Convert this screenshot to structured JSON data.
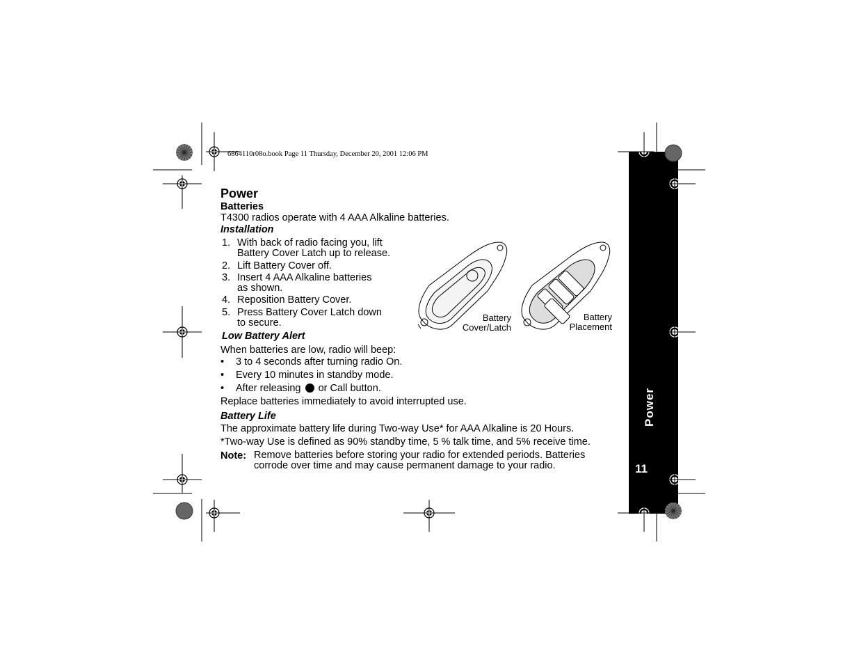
{
  "header": {
    "file_line": "6864110r08o.book  Page 11  Thursday, December 20, 2001  12:06 PM"
  },
  "section": {
    "title": "Power",
    "subtitle": "Batteries",
    "intro": "T4300 radios operate with 4 AAA Alkaline batteries."
  },
  "installation": {
    "heading": "Installation",
    "steps": [
      {
        "num": "1.",
        "line1": "With back of radio facing you, lift",
        "line2": "Battery Cover Latch up to release."
      },
      {
        "num": "2.",
        "line1": "Lift Battery Cover off.",
        "line2": ""
      },
      {
        "num": "3.",
        "line1": "Insert 4 AAA Alkaline batteries",
        "line2": "as shown."
      },
      {
        "num": "4.",
        "line1": "Reposition Battery Cover.",
        "line2": ""
      },
      {
        "num": "5.",
        "line1": "Press Battery Cover Latch down",
        "line2": "to secure."
      }
    ]
  },
  "figure": {
    "caption_left_1": "Battery",
    "caption_left_2": "Cover/Latch",
    "caption_right_1": "Battery",
    "caption_right_2": "Placement"
  },
  "low_battery": {
    "heading": "Low Battery Alert",
    "intro": "When batteries are low, radio will beep:",
    "bullets": [
      {
        "dot": "•",
        "text": "3 to 4 seconds after turning radio On."
      },
      {
        "dot": "•",
        "text": "Every 10 minutes in standby mode."
      },
      {
        "dot": "•",
        "text_before": "After releasing",
        "text_after": "or Call button."
      }
    ],
    "outro": "Replace batteries immediately to avoid interrupted use."
  },
  "battery_life": {
    "heading": "Battery Life",
    "line1": "The approximate battery life during Two-way Use* for AAA Alkaline is 20 Hours.",
    "line2": "*Two-way Use is defined as 90% standby time, 5 % talk time, and 5% receive time."
  },
  "note": {
    "label": "Note:",
    "line1": "Remove batteries before storing your radio for extended periods. Batteries",
    "line2": "corrode over time and may cause permanent damage to your radio."
  },
  "tab": {
    "title": "Power",
    "page_number": "11"
  },
  "icons": {
    "ptt": "ptt-button-icon",
    "registration": "registration-mark-icon",
    "starburst": "color-starburst-icon"
  }
}
